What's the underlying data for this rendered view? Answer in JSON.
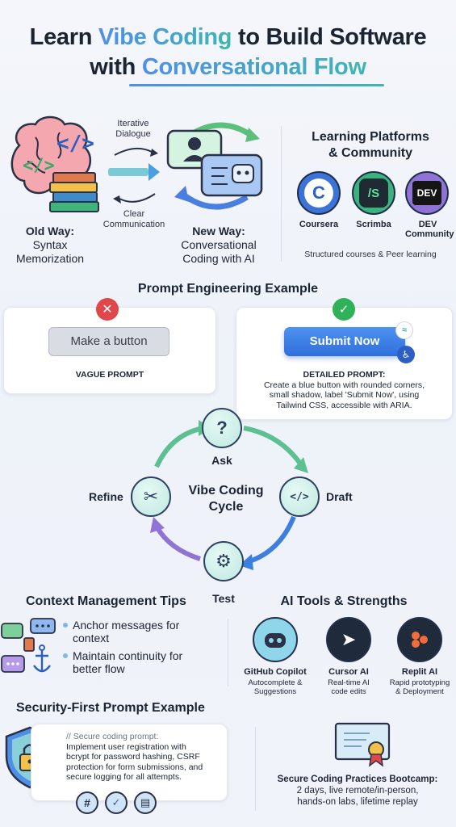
{
  "header": {
    "title_line1_pre": "Learn ",
    "title_line1_grad": "Vibe Coding",
    "title_line1_post": " to Build Software",
    "title_line2_pre": "with ",
    "title_line2_grad": "Conversational Flow"
  },
  "comparison": {
    "iterative": "Iterative\nDialogue",
    "clear": "Clear\nCommunication",
    "old_title": "Old Way:",
    "old_sub": "Syntax\nMemorization",
    "new_title": "New Way:",
    "new_sub": "Conversational\nCoding with AI"
  },
  "platforms": {
    "title": "Learning Platforms\n& Community",
    "items": [
      {
        "label": "Coursera",
        "glyph": "C",
        "color": "#2a61c9"
      },
      {
        "label": "Scrimba",
        "glyph": "/S",
        "color": "#1f2a33"
      },
      {
        "label": "DEV\nCommunity",
        "glyph": "DEV",
        "color": "#151515"
      }
    ],
    "footer": "Structured courses & Peer learning"
  },
  "prompt_example": {
    "title": "Prompt Engineering Example",
    "vague_button": "Make a button",
    "vague_label": "VAGUE PROMPT",
    "detailed_button": "Submit Now",
    "detailed_label": "DETAILED PROMPT:",
    "detailed_text": "Create a blue button with rounded corners,\nsmall shadow, label 'Submit Now', using\nTailwind CSS, accessible with ARIA."
  },
  "cycle": {
    "center": "Vibe Coding\nCycle",
    "ask": "Ask",
    "draft": "Draft",
    "test": "Test",
    "refine": "Refine"
  },
  "context": {
    "title": "Context Management Tips",
    "tips": [
      "Anchor messages for\ncontext",
      "Maintain continuity for\nbetter flow"
    ]
  },
  "tools": {
    "title": "AI Tools & Strengths",
    "items": [
      {
        "name": "GitHub Copilot",
        "desc": "Autocomplete &\nSuggestions"
      },
      {
        "name": "Cursor AI",
        "desc": "Real-time AI\ncode edits"
      },
      {
        "name": "Replit AI",
        "desc": "Rapid prototyping\n& Deployment"
      }
    ]
  },
  "security": {
    "title": "Security-First Prompt Example",
    "comment": "// Secure coding prompt:",
    "text": "Implement user registration with\nbcrypt for password hashing, CSRF\nprotection for form submissions, and\nsecure logging for all attempts.",
    "bootcamp_title": "Secure Coding Practices Bootcamp:",
    "bootcamp_text": "2 days, live remote/in-person,\nhands-on labs, lifetime replay"
  },
  "colors": {
    "accent_blue": "#3d7fe0",
    "accent_teal": "#3fb5b0",
    "success": "#2fb257",
    "error": "#e0474a"
  }
}
